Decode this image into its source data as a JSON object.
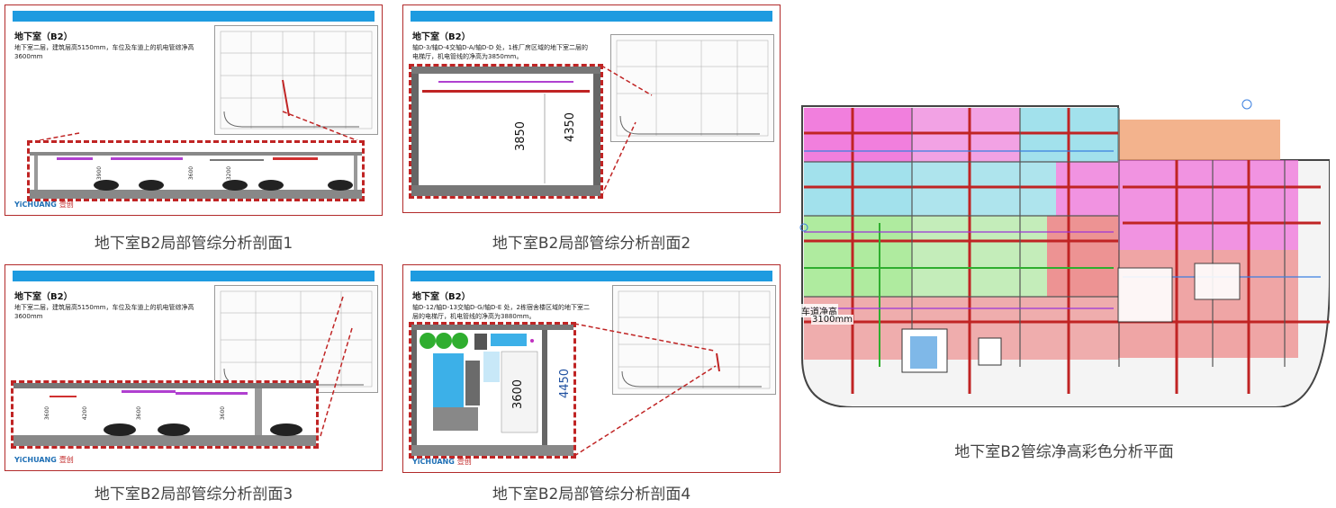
{
  "panels": [
    {
      "title": "地下室（B2）",
      "desc": "地下室二层，建筑层高5150mm，车位及车道上的机电管综净高3600mm",
      "logo": "YiCHUANG",
      "logo_cn": "壹创",
      "dims": [
        "3900",
        "3600",
        "3200"
      ],
      "caption": "地下室B2局部管综分析剖面1"
    },
    {
      "title": "地下室（B2）",
      "desc": "轴D-3/轴D-4交轴D-A/轴D-D 处，1栋厂房区域的地下室二层的电梯厅，机电管线的净高为3850mm。",
      "dims": [
        "3850",
        "4350"
      ],
      "caption": "地下室B2局部管综分析剖面2"
    },
    {
      "title": "地下室（B2）",
      "desc": "地下室二层，建筑层高5150mm，车位及车道上的机电管综净高3600mm",
      "logo": "YiCHUANG",
      "logo_cn": "壹创",
      "dims": [
        "3600",
        "4200",
        "3600",
        "3600"
      ],
      "caption": "地下室B2局部管综分析剖面3"
    },
    {
      "title": "地下室（B2）",
      "desc": "轴D-12/轴D-13交轴D-G/轴D-E 处，2栋宿舍楼区域的地下室二层的电梯厅，机电管线的净高为3880mm。",
      "logo": "YiCHUANG",
      "logo_cn": "壹创",
      "dims": [
        "3600",
        "4450"
      ],
      "caption": "地下室B2局部管综分析剖面4"
    }
  ],
  "plan": {
    "caption": "地下室B2管综净高彩色分析平面",
    "lane_label": "车道净高",
    "lane_value": "3100mm",
    "zones": [
      {
        "name": "pink",
        "color": "#f06ad8"
      },
      {
        "name": "cyan",
        "color": "#7fd8e8"
      },
      {
        "name": "green",
        "color": "#9de88a"
      },
      {
        "name": "red",
        "color": "#e84444"
      },
      {
        "name": "orange",
        "color": "#f0a070"
      }
    ]
  },
  "colors": {
    "accent_bar": "#1e9be0",
    "frame": "#b22a2a",
    "dashed": "#c02424"
  }
}
